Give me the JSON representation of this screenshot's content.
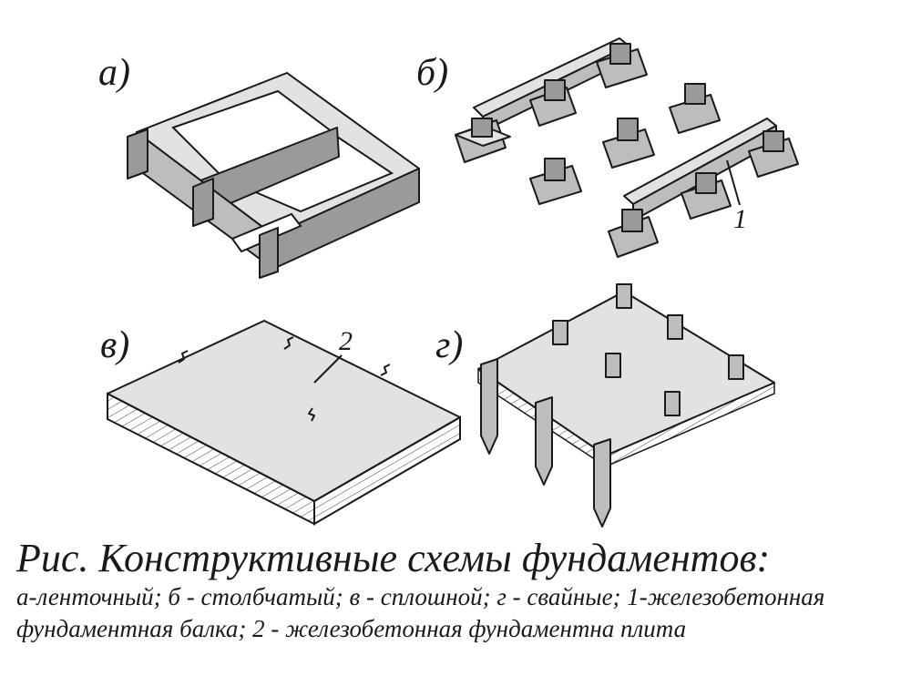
{
  "panels": {
    "a": "а)",
    "b": "б)",
    "v": "в)",
    "g": "г)"
  },
  "callouts": {
    "one": "1",
    "two": "2"
  },
  "caption": {
    "title": "Рис. Конструктивные схемы фундаментов:",
    "body": "а-ленточный; б - столбчатый; в - сплошной; г - свайные; 1-железобетонная фундаментная балка; 2 - железобетонная фундаментна плита"
  },
  "colors": {
    "ink": "#1a1a1a",
    "top_face": "#e2e2e2",
    "side_face": "#bdbdbd"
  }
}
